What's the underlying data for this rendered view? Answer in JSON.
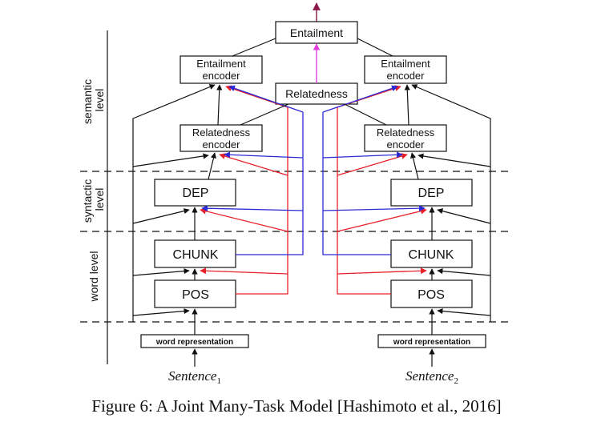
{
  "levels": {
    "semantic": [
      "semantic",
      "level"
    ],
    "syntactic": [
      "syntactic",
      "level"
    ],
    "word": "word level"
  },
  "boxes": {
    "entailment": "Entailment",
    "relatedness": "Relatedness",
    "entailment_encoder": [
      "Entailment",
      "encoder"
    ],
    "relatedness_encoder": [
      "Relatedness",
      "encoder"
    ],
    "dep": "DEP",
    "chunk": "CHUNK",
    "pos": "POS",
    "word_representation": "word representation"
  },
  "sentences": [
    {
      "base": "Sentence",
      "sub": "1"
    },
    {
      "base": "Sentence",
      "sub": "2"
    }
  ],
  "caption": "Figure 6: A Joint Many-Task Model [Hashimoto et al., 2016]",
  "colors": {
    "black": "#111111",
    "red": "#e8202a",
    "blue": "#2b2bd6",
    "magenta": "#e040e0",
    "top_arrow": "#8a1848"
  }
}
